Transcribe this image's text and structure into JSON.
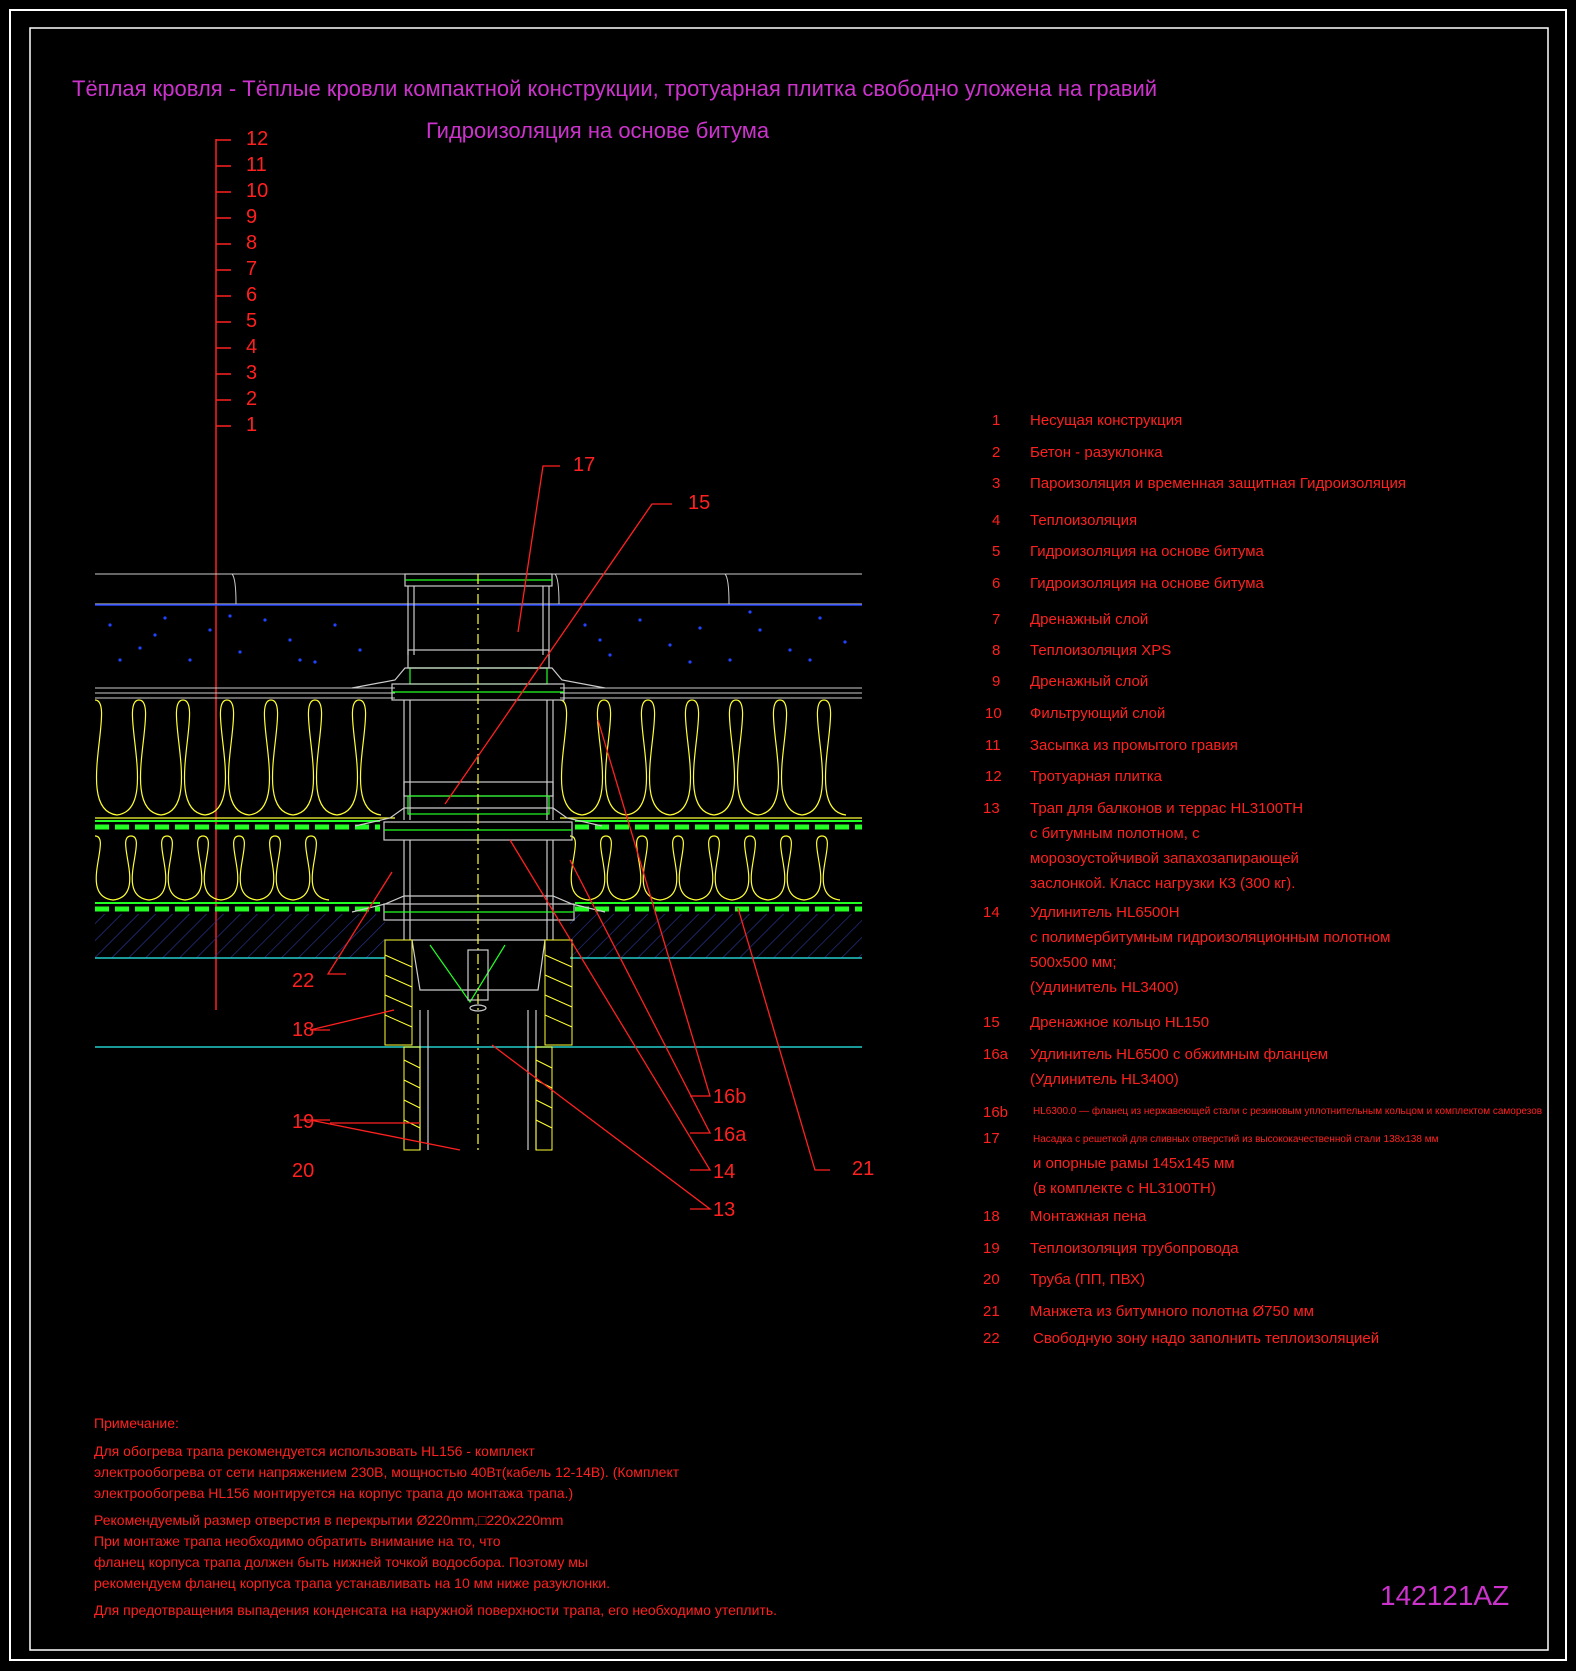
{
  "colors": {
    "background": "#000000",
    "title": "#cc33cc",
    "labels": "#ff2020",
    "frame": "#ffffff",
    "insulation": "#ffff33",
    "membrane": "#22ff22",
    "gravel": "#2244ff",
    "water_line": "#22cccc"
  },
  "title": {
    "line1": "Тёплая кровля - Тёплые кровли компактной конструкции, тротуарная плитка свободно уложена на гравий",
    "line2": "Гидроизоляция на основе битума"
  },
  "layer_scale": [
    "12",
    "11",
    "10",
    "9",
    "8",
    "7",
    "6",
    "5",
    "4",
    "3",
    "2",
    "1"
  ],
  "callouts": {
    "c17": "17",
    "c15": "15",
    "c22": "22",
    "c18": "18",
    "c19": "19",
    "c20": "20",
    "c16b": "16b",
    "c16a": "16a",
    "c14": "14",
    "c13": "13",
    "c21": "21"
  },
  "legend": [
    {
      "num": "1",
      "text": [
        "Несущая конструкция"
      ]
    },
    {
      "num": "2",
      "text": [
        "Бетон - разуклонка"
      ]
    },
    {
      "num": "3",
      "text": [
        "Пароизоляция и временная защитная Гидроизоляция"
      ]
    },
    {
      "num": "4",
      "text": [
        "Теплоизоляция"
      ]
    },
    {
      "num": "5",
      "text": [
        "Гидроизоляция на основе битума"
      ]
    },
    {
      "num": "6",
      "text": [
        "Гидроизоляция на основе битума"
      ]
    },
    {
      "num": "7",
      "text": [
        "Дренажный слой"
      ]
    },
    {
      "num": "8",
      "text": [
        "Теплоизоляция XPS"
      ]
    },
    {
      "num": "9",
      "text": [
        "Дренажный слой"
      ]
    },
    {
      "num": "10",
      "text": [
        "Фильтрующий слой"
      ]
    },
    {
      "num": "11",
      "text": [
        "Засыпка из промытого гравия"
      ]
    },
    {
      "num": "12",
      "text": [
        "Тротуарная плитка"
      ]
    },
    {
      "num": "13",
      "text": [
        "Трап для балконов и террас HL3100TH",
        "с битумным полотном, с",
        "морозоустойчивой запахозапирающей",
        "заслонкой. Класс нагрузки К3 (300 кг)."
      ]
    },
    {
      "num": "14",
      "text": [
        "Удлинитель HL6500H",
        " с полимербитумным гидроизоляционным полотном",
        "500x500 мм;",
        "(Удлинитель HL3400)"
      ]
    },
    {
      "num": "15",
      "text": [
        "Дренажное кольцо HL150"
      ]
    },
    {
      "num": "16a",
      "text": [
        "Удлинитель HL6500 с обжимным фланцем",
        "(Удлинитель HL3400)"
      ]
    },
    {
      "num": "16b",
      "text": [
        "HL6300.0 — фланец из нержавеющей стали с резиновым уплотнительным кольцом и комплектом саморезов"
      ]
    },
    {
      "num": "17",
      "text": [
        "Насадка с решеткой для сливных отверстий из высококачественной стали 138x138 мм",
        "и опорные рамы 145x145 мм",
        "(в комплекте с HL3100TH)"
      ]
    },
    {
      "num": "18",
      "text": [
        "Монтажная пена"
      ]
    },
    {
      "num": "19",
      "text": [
        "Теплоизоляция трубопровода"
      ]
    },
    {
      "num": "20",
      "text": [
        "Труба (ПП, ПВХ)"
      ]
    },
    {
      "num": "21",
      "text": [
        "Манжета из битумного полотна Ø750 мм"
      ]
    },
    {
      "num": "22",
      "text": [
        "Свободную зону надо заполнить теплоизоляцией"
      ]
    }
  ],
  "notes": {
    "heading": "Примечание:",
    "lines": [
      "Для обогрева трапа рекомендуется использовать HL156 - комплект",
      "электрообогрева от сети напряжением 230В, мощностью 40Вт(кабель 12-14В). (Комплект",
      "электрообогрева HL156 монтируется на корпус трапа до монтажа трапа.)",
      "Рекомендуемый размер отверстия в перекрытии Ø220mm,□220x220mm",
      "При монтаже трапа необходимо обратить внимание на то, что",
      "фланец корпуса трапа должен быть нижней точкой водосбора. Поэтому мы",
      "рекомендуем фланец корпуса трапа устанавливать на 10 мм ниже разуклонки.",
      "Для предотвращения выпадения конденсата на наружной поверхности трапа, его необходимо утеплить."
    ]
  },
  "drawing_code": "142121AZ"
}
